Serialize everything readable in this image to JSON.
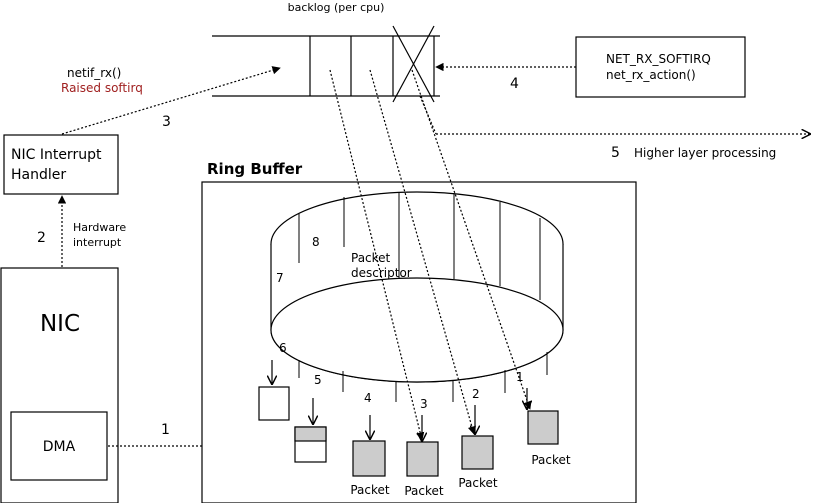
{
  "backlog": {
    "label": "backlog (per cpu)"
  },
  "softirq": {
    "line1": "NET_RX_SOFTIRQ",
    "line2": "net_rx_action()"
  },
  "netif": {
    "call": "netif_rx()",
    "raised": "Raised softirq"
  },
  "interrupt_handler": {
    "line1": "NIC Interrupt",
    "line2": "Handler"
  },
  "hardware_interrupt": {
    "line1": "Hardware",
    "line2": "interrupt"
  },
  "nic": {
    "label": "NIC",
    "dma": "DMA"
  },
  "ring_buffer": {
    "title": "Ring Buffer",
    "descriptor_line1": "Packet",
    "descriptor_line2": "descriptor",
    "slots": [
      "1",
      "2",
      "3",
      "4",
      "5",
      "6",
      "7",
      "8"
    ]
  },
  "steps": {
    "s1": "1",
    "s2": "2",
    "s3": "3",
    "s4": "4",
    "s5": "5",
    "s5_text": "Higher layer processing"
  },
  "packets": [
    "Packet",
    "Packet",
    "Packet",
    "Packet"
  ]
}
